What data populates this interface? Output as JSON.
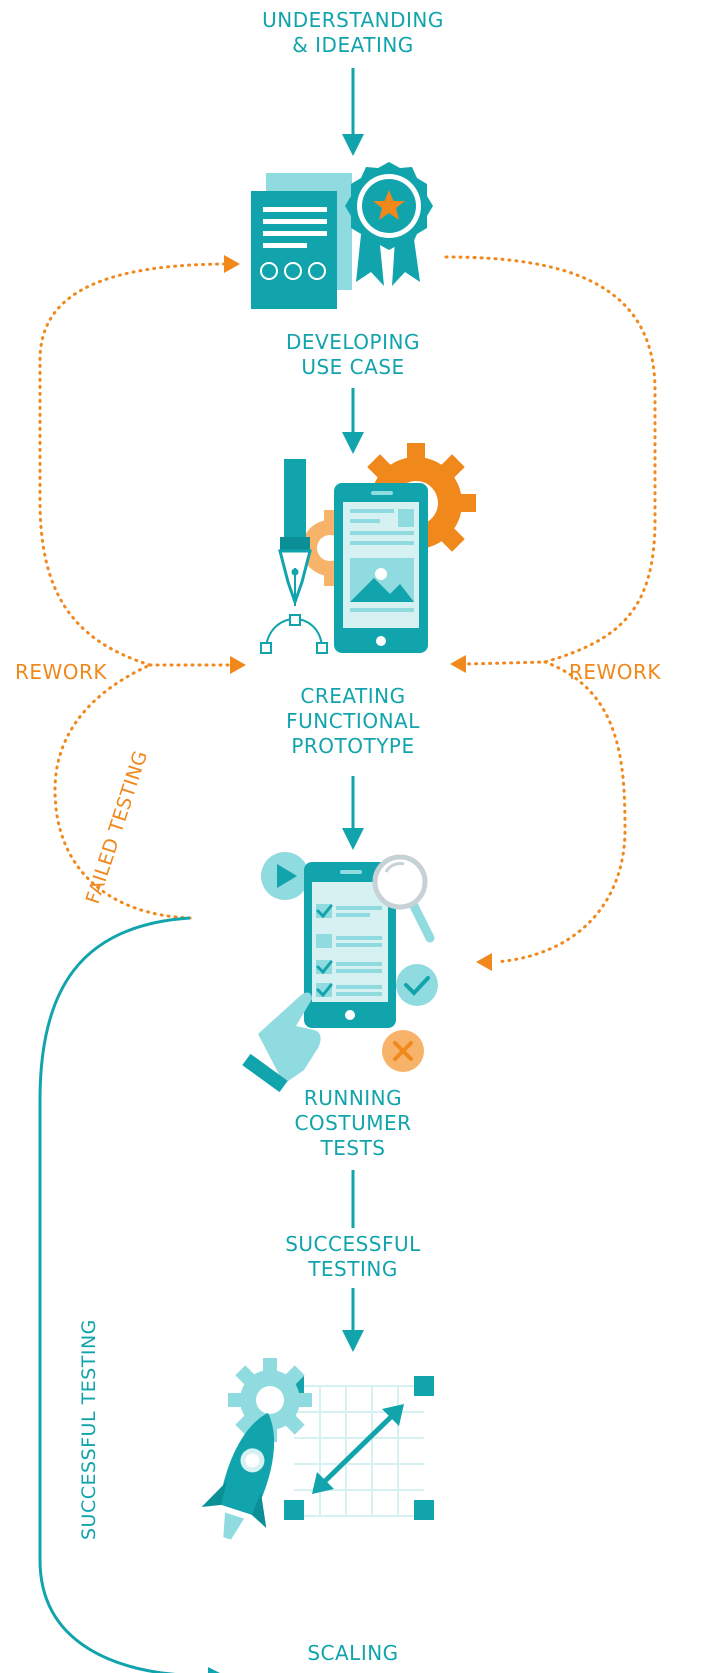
{
  "colors": {
    "teal": "#12a4ac",
    "teal_dark": "#0a8f96",
    "teal_light": "#8fdbdf",
    "teal_pale": "#d6f1f2",
    "orange": "#f0881c",
    "orange_light": "#f7b36a"
  },
  "steps": {
    "understanding": "UNDERSTANDING\n& IDEATING",
    "use_case": "DEVELOPING\nUSE CASE",
    "prototype": "CREATING\nFUNCTIONAL\nPROTOTYPE",
    "tests": "RUNNING\nCOSTUMER\nTESTS",
    "successful_mid": "SUCCESSFUL\nTESTING",
    "scaling": "SCALING"
  },
  "loops": {
    "rework_left": "REWORK",
    "rework_right": "REWORK",
    "failed_testing": "FAILED TESTING",
    "successful_testing": "SUCCESSFUL TESTING"
  },
  "icons": {
    "use_case": "document-award-icon",
    "prototype": "pen-tool-phone-gears-icon",
    "tests": "phone-checklist-magnifier-icon",
    "scaling": "rocket-gear-resize-icon"
  }
}
